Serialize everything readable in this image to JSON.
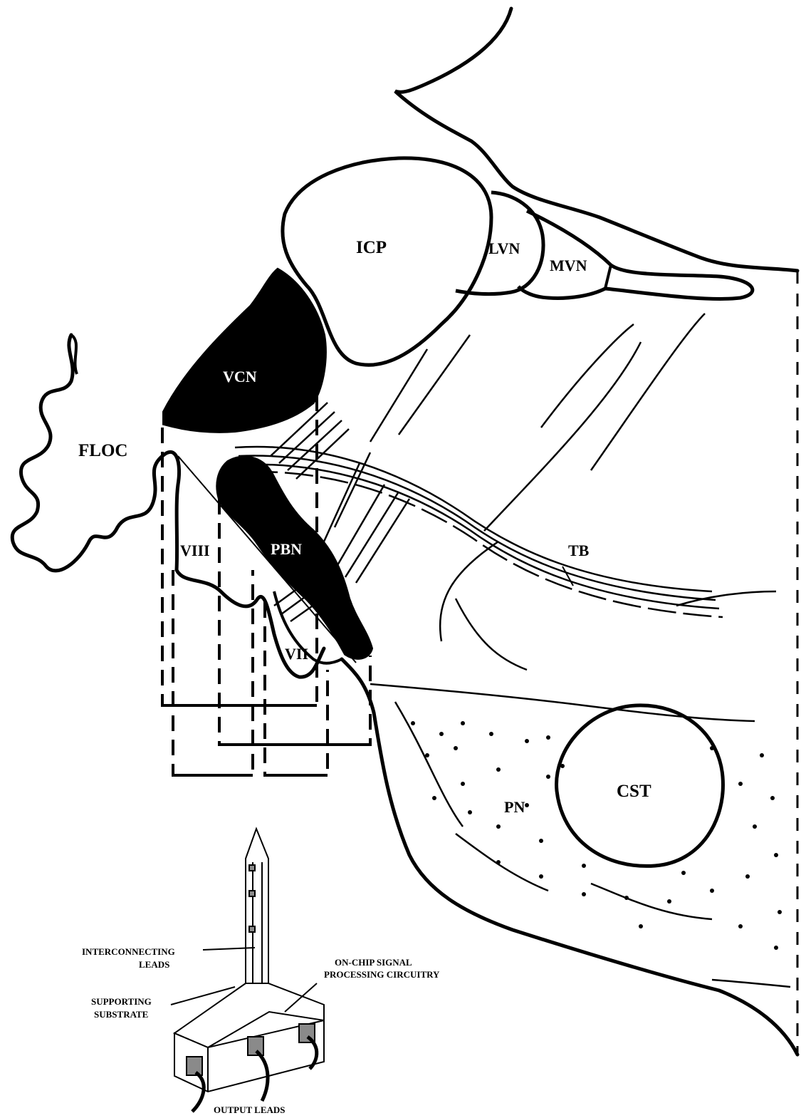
{
  "labels": {
    "icp": "ICP",
    "lvn": "LVN",
    "mvn": "MVN",
    "vcn": "VCN",
    "floc": "FLOC",
    "viii": "VIII",
    "pbn": "PBN",
    "vii": "VII",
    "tb": "TB",
    "cst": "CST",
    "pn": "PN"
  },
  "probe_labels": {
    "interconnecting_1": "INTERCONNECTING",
    "interconnecting_2": "LEADS",
    "onchip_1": "ON-CHIP SIGNAL",
    "onchip_2": "PROCESSING CIRCUITRY",
    "supporting_1": "SUPPORTING",
    "supporting_2": "SUBSTRATE",
    "output": "OUTPUT LEADS"
  },
  "colors": {
    "ink": "#000000",
    "paper": "#ffffff",
    "pad": "#8a8a8a"
  }
}
